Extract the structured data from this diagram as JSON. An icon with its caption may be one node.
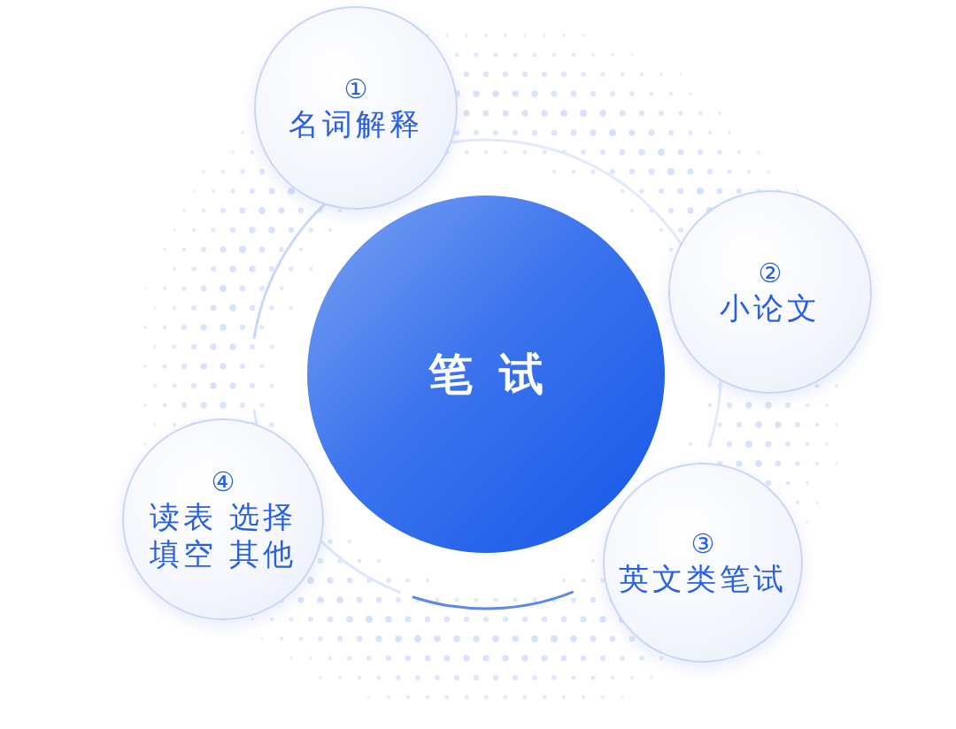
{
  "diagram": {
    "nodes": [
      {
        "text": [
          "笔试"
        ]
      },
      {
        "text": [
          "①",
          "名词解释"
        ]
      },
      {
        "text": [
          "②",
          "小论文"
        ]
      },
      {
        "text": [
          "③",
          "英文类笔试"
        ]
      },
      {
        "text": [
          "④",
          "读表 选择填空 其他"
        ]
      }
    ],
    "edges": []
  }
}
